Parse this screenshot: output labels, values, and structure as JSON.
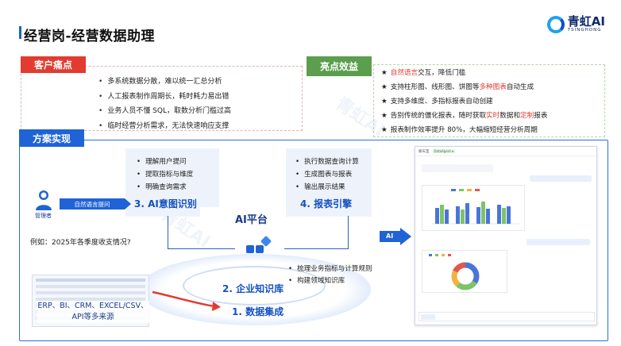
{
  "header": {
    "title": "经营岗-经营数据助理"
  },
  "logo": {
    "main": "青虹AI",
    "sub": "TSINGHONG"
  },
  "pain": {
    "tab": "客户痛点",
    "items": [
      "多系统数据分散，难以统一汇总分析",
      "人工报表制作周期长，耗时耗力易出错",
      "业务人员不懂 SQL，取数分析门槛过高",
      "临时经营分析需求，无法快速响应支撑"
    ]
  },
  "highlight": {
    "tab": "亮点效益",
    "items": [
      {
        "parts": [
          {
            "t": "自然语言",
            "red": true
          },
          {
            "t": "交互，降低门槛"
          }
        ]
      },
      {
        "parts": [
          {
            "t": "支持柱形图、线形图、饼图等"
          },
          {
            "t": "多种图表",
            "red": true
          },
          {
            "t": "自动生成"
          }
        ]
      },
      {
        "parts": [
          {
            "t": "支持多维度、多指标报表自动创建"
          }
        ]
      },
      {
        "parts": [
          {
            "t": "告别传统的僵化报表，随时获取"
          },
          {
            "t": "实时",
            "red": true
          },
          {
            "t": "数据和"
          },
          {
            "t": "定制",
            "red": true
          },
          {
            "t": "报表"
          }
        ]
      },
      {
        "parts": [
          {
            "t": "报表制作效率提升 80%，大幅缩短经营分析周期"
          }
        ]
      }
    ]
  },
  "solution": {
    "tab": "方案实现",
    "intent": {
      "items": [
        "理解用户提问",
        "提取指标与维度",
        "明确查询需求"
      ],
      "title": "3. AI意图识别"
    },
    "report": {
      "items": [
        "执行数据查询计算",
        "生成图表与报表",
        "输出展示结果"
      ],
      "title": "4. 报表引擎"
    },
    "platform": "AI平台",
    "knowledge": {
      "title": "2. 企业知识库",
      "items": [
        "梳理业务指标与计算规则",
        "构建领域知识库"
      ]
    },
    "integration": {
      "title": "1. 数据集成"
    },
    "user": {
      "label": "管理者",
      "arrow": "自然语言提问"
    },
    "example": "例如：2025年各季度收支情况?",
    "sources": "ERP、BI、CRM、EXCEL/CSV、API等多来源",
    "ai_arrow": "AI",
    "icons": [
      "user-icon",
      "ai-platform-icon"
    ]
  },
  "chat_mock": {
    "title": "聊天室",
    "badge": "DataAgent ▾",
    "legend_colors": [
      "#4a74d8",
      "#7cc36a",
      "#f2b33d",
      "#e2584d"
    ]
  },
  "watermark": "青虹AI"
}
